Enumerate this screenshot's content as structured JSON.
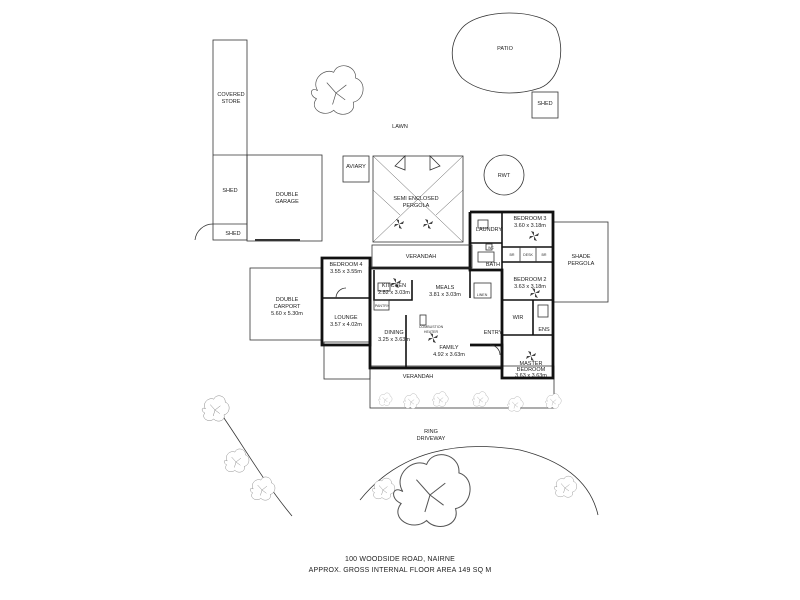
{
  "labels": {
    "patio": "PATIO",
    "shed_top": "SHED",
    "covered_store": [
      "COVERED",
      "STORE"
    ],
    "lawn": "LAWN",
    "aviary": "AVIARY",
    "rwt": "RWT",
    "shed_mid": "SHED",
    "shed_low": "SHED",
    "double_garage": [
      "DOUBLE",
      "GARAGE"
    ],
    "semi_enclosed_pergola": [
      "SEMI ENCLOSED",
      "PERGOLA"
    ],
    "laundry": "LAUNDRY",
    "bedroom3": [
      "BEDROOM 3",
      "3.60 x 3.18m"
    ],
    "wc": "WC",
    "bath": "BATH",
    "br1": "BR",
    "desk": "DESK",
    "br2": "BR",
    "shade_pergola": [
      "SHADE",
      "PERGOLA"
    ],
    "bedroom4": [
      "BEDROOM 4",
      "3.55 x 3.55m"
    ],
    "verandah_top": "VERANDAH",
    "kitchen": [
      "KITCHEN",
      "2.82 x 3.03m"
    ],
    "meals": [
      "MEALS",
      "3.81 x 3.03m"
    ],
    "linen": "LINEN",
    "bedroom2": [
      "BEDROOM 2",
      "3.63 x 3.18m"
    ],
    "double_carport": [
      "DOUBLE",
      "CARPORT",
      "5.60 x 5.30m"
    ],
    "pantry": "PANTRY",
    "wir": "WIR",
    "ens": "ENS",
    "lounge": [
      "LOUNGE",
      "3.57 x 4.02m"
    ],
    "dining": [
      "DINING",
      "3.25 x 3.63m"
    ],
    "combustion_heater": [
      "COMBUSTION",
      "HEATER"
    ],
    "entry": "ENTRY",
    "family": [
      "FAMILY",
      "4.92 x 3.63m"
    ],
    "master_bedroom": [
      "MASTER",
      "BEDROOM",
      "3.63 x 3.63m"
    ],
    "verandah_bottom": "VERANDAH",
    "ring_driveway": [
      "RING",
      "DRIVEWAY"
    ]
  },
  "caption": {
    "address": "100 WOODSIDE ROAD, NAIRNE",
    "area": "APPROX. GROSS INTERNAL FLOOR AREA  149 SQ M"
  }
}
